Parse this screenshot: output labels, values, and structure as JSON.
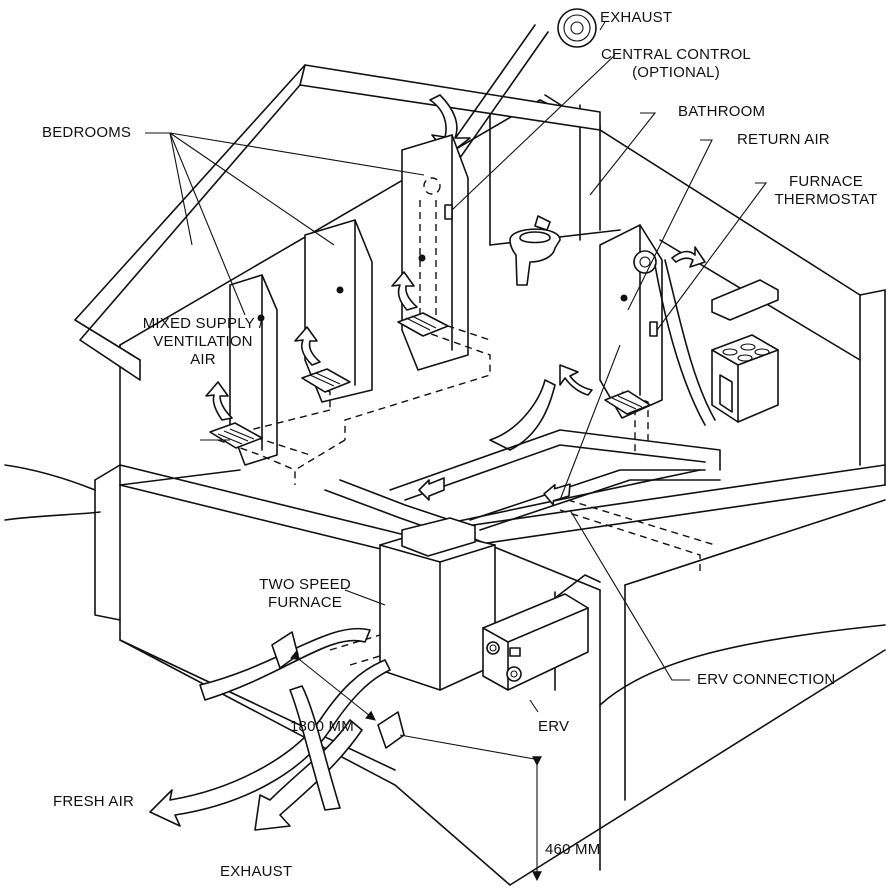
{
  "labels": {
    "exhaust_top": "EXHAUST",
    "central_control_1": "CENTRAL CONTROL",
    "central_control_2": "(OPTIONAL)",
    "bedrooms": "BEDROOMS",
    "bathroom": "BATHROOM",
    "return_air": "RETURN AIR",
    "furnace_thermostat_1": "FURNACE",
    "furnace_thermostat_2": "THERMOSTAT",
    "mixed_supply_1": "MIXED SUPPLY /",
    "mixed_supply_2": "VENTILATION",
    "mixed_supply_3": "AIR",
    "two_speed_1": "TWO SPEED",
    "two_speed_2": "FURNACE",
    "erv_connection": "ERV CONNECTION",
    "erv": "ERV",
    "dist_1800": "1800 MM",
    "fresh_air": "FRESH AIR",
    "exhaust_bottom": "EXHAUST",
    "dist_460": "460 MM"
  }
}
